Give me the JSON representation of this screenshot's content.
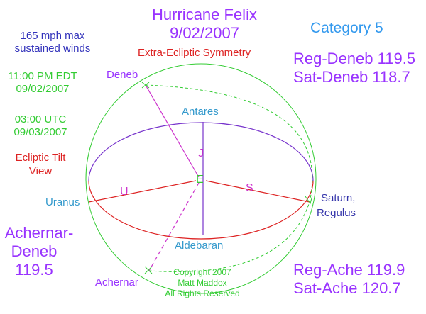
{
  "title": {
    "line1": "Hurricane Felix",
    "line2": "9/02/2007"
  },
  "subtitle": "Extra-Ecliptic Symmetry",
  "category": "Category 5",
  "winds": {
    "line1": "165 mph max",
    "line2": "sustained winds"
  },
  "edt": {
    "line1": "11:00 PM EDT",
    "line2": "09/02/2007"
  },
  "utc": {
    "line1": "03:00 UTC",
    "line2": "09/03/2007"
  },
  "view": {
    "line1": "Ecliptic Tilt",
    "line2": "View"
  },
  "measures_top": {
    "line1": "Reg-Deneb 119.5",
    "line2": "Sat-Deneb 118.7"
  },
  "measures_bottom": {
    "line1": "Reg-Ache 119.9",
    "line2": "Sat-Ache 120.7"
  },
  "achernar_deneb": {
    "line1": "Achernar-",
    "line2": "Deneb",
    "line3": "119.5"
  },
  "copyright": {
    "line1": "Copyright 2007",
    "line2": "Matt Maddox",
    "line3": "All Rights Reserved"
  },
  "stars": {
    "deneb": "Deneb",
    "antares": "Antares",
    "uranus": "Uranus",
    "saturn_line1": "Saturn,",
    "saturn_line2": "Regulus",
    "aldebaran": "Aldebaran",
    "achernar": "Achernar"
  },
  "markers": {
    "j": "J",
    "e": "E",
    "u": "U",
    "s": "S"
  },
  "colors": {
    "purple": "#9933ff",
    "blue": "#3366cc",
    "green": "#33cc33",
    "red": "#dd2222",
    "magenta": "#cc33cc",
    "teal": "#3399cc",
    "sphere": "#33cc33",
    "ecliptic_back": "#7733cc",
    "ecliptic_front": "#cc2222"
  }
}
